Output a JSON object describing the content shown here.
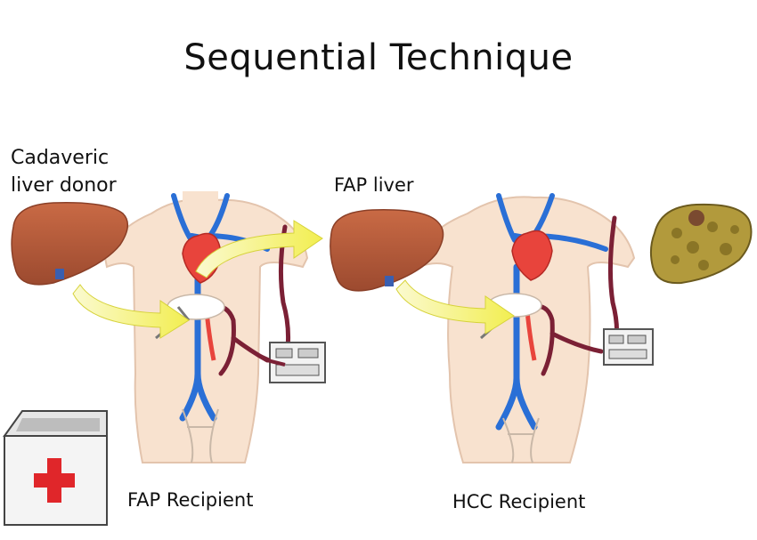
{
  "title": "Sequential Technique",
  "labels": {
    "donor_line1": "Cadaveric",
    "donor_line2": "liver donor",
    "fap_liver": "FAP liver",
    "fap_recipient": "FAP Recipient",
    "hcc_recipient": "HCC Recipient"
  },
  "colors": {
    "liver": "#b65a3a",
    "vein": "#2a6fd6",
    "vessel_dark": "#7b2035",
    "arrow": "#f4f06a",
    "skin": "#f8e2cf",
    "heart": "#e8443c",
    "cross": "#e0262a",
    "tumor_liver": "#b29a3c"
  },
  "icons": [
    "cooler-box-icon",
    "red-cross-icon",
    "bypass-pump-icon"
  ]
}
